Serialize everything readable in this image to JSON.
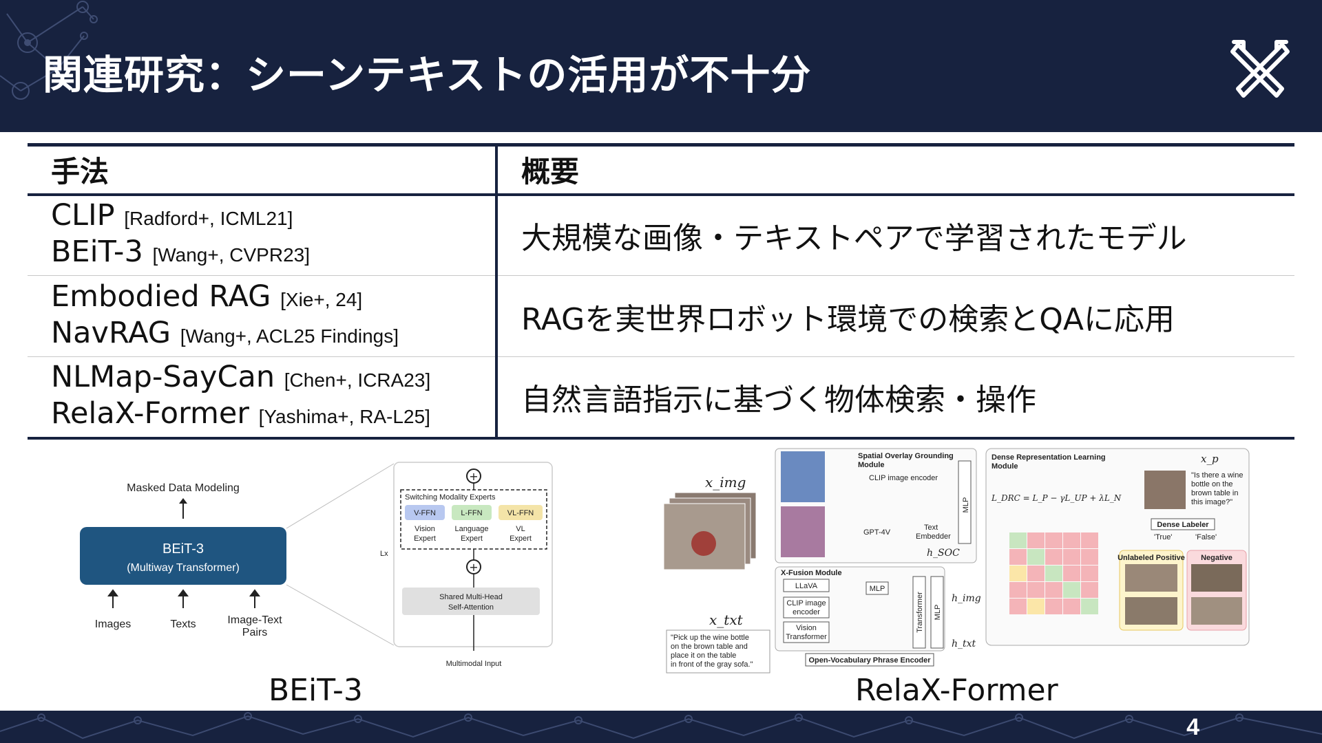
{
  "slide": {
    "title": "関連研究：シーンテキストの活用が不十分",
    "page_number": "4",
    "logo_icon": "crossed-tools-icon"
  },
  "table": {
    "headers": [
      "手法",
      "概要"
    ],
    "rows": [
      {
        "methods": [
          {
            "name": "CLIP",
            "ref": "[Radford+, ICML21]"
          },
          {
            "name": "BEiT-3",
            "ref": "[Wang+, CVPR23]"
          }
        ],
        "summary": "大規模な画像・テキストペアで学習されたモデル"
      },
      {
        "methods": [
          {
            "name": "Embodied RAG",
            "ref": "[Xie+, 24]"
          },
          {
            "name": "NavRAG",
            "ref": "[Wang+, ACL25 Findings]"
          }
        ],
        "summary": "RAGを実世界ロボット環境での検索とQAに応用"
      },
      {
        "methods": [
          {
            "name": "NLMap-SayCan",
            "ref": "[Chen+, ICRA23]"
          },
          {
            "name": "RelaX-Former",
            "ref": "[Yashima+, RA-L25]"
          }
        ],
        "summary": "自然言語指示に基づく物体検索・操作"
      }
    ]
  },
  "beit3_figure": {
    "caption": "BEiT-3",
    "top_label": "Masked Data Modeling",
    "box_title": "BEiT-3",
    "box_subtitle": "(Multiway Transformer)",
    "inputs": [
      "Images",
      "Texts",
      "Image-Text",
      "Pairs"
    ],
    "experts_title": "Switching Modality Experts",
    "experts": [
      {
        "label": "V-FFN",
        "desc": [
          "Vision",
          "Expert"
        ],
        "color": "#b8c8f0"
      },
      {
        "label": "L-FFN",
        "desc": [
          "Language",
          "Expert"
        ],
        "color": "#c8e8c0"
      },
      {
        "label": "VL-FFN",
        "desc": [
          "VL",
          "Expert"
        ],
        "color": "#f4e4a8"
      }
    ],
    "attention": [
      "Shared Multi-Head",
      "Self-Attention"
    ],
    "repeat": "Lx",
    "input_label": "Multimodal Input"
  },
  "relax_figure": {
    "caption": "RelaX-Former",
    "x_img": "x_img",
    "x_txt": "x_txt",
    "x_p": "x_p",
    "instruction": [
      "\"Pick up the wine bottle",
      "on the brown table and",
      "place it on the table",
      "in front of the gray sofa.\""
    ],
    "sog_title": [
      "Spatial Overlay Grounding",
      "Module"
    ],
    "clip_encoder": "CLIP image encoder",
    "gpt4v": "GPT-4V",
    "text_embedder": [
      "Text",
      "Embedder"
    ],
    "h_soc": "h_SOC",
    "mlp": "MLP",
    "xfusion_title": "X-Fusion Module",
    "llava": "LLaVA",
    "clip_image_encoder": [
      "CLIP image",
      "encoder"
    ],
    "vision_transformer": [
      "Vision",
      "Transformer"
    ],
    "transformer": "Transformer",
    "h_img": "h_img",
    "h_txt": "h_txt",
    "ovpe": "Open-Vocabulary Phrase Encoder",
    "drl_title": [
      "Dense Representation Learning",
      "Module"
    ],
    "loss": "L_DRC = L_P − γL_UP + λL_N",
    "question": [
      "\"Is there a wine",
      "bottle on the",
      "brown table in",
      "this image?\""
    ],
    "dense_labeler": "Dense Labeler",
    "true_label": "'True'",
    "false_label": "'False'",
    "unlabeled_positive": "Unlabeled Positive",
    "negative": "Negative"
  }
}
